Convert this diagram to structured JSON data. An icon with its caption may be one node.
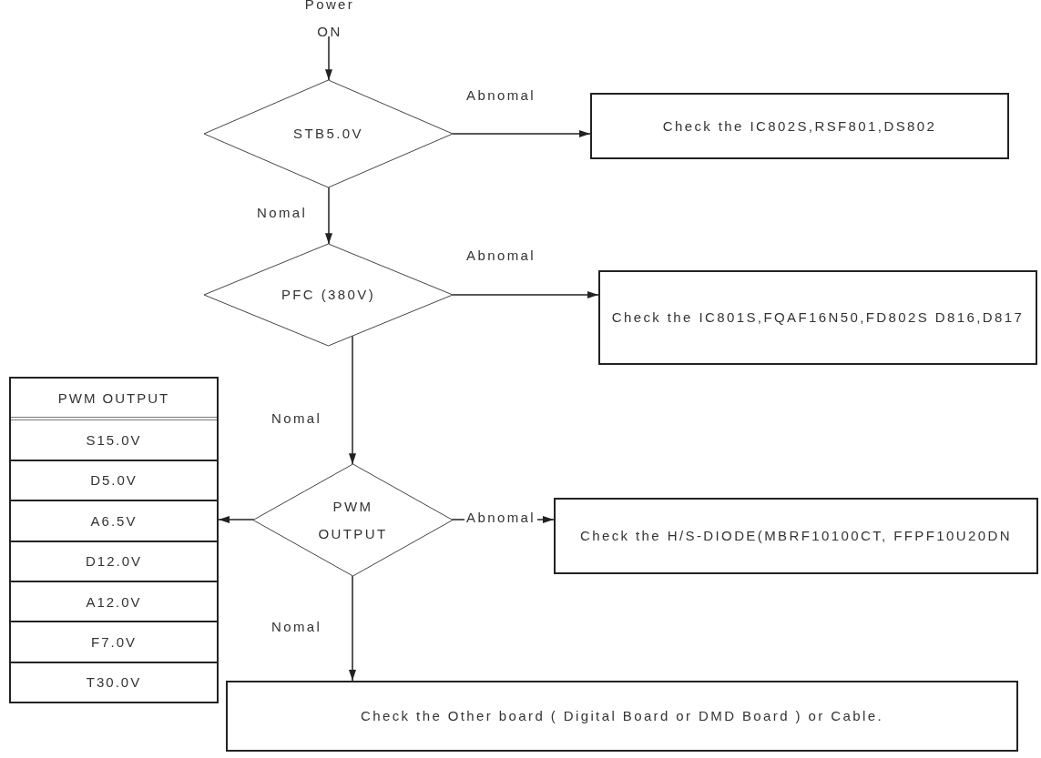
{
  "diagram": {
    "nodes": [
      {
        "text": [
          "Power ON"
        ]
      },
      {
        "text": [
          "STB5.0V"
        ]
      },
      {
        "text": [
          "Check the IC802S,RSF801,DS802"
        ]
      },
      {
        "text": [
          "PFC (380V)"
        ]
      },
      {
        "text": [
          "Check the IC801S,FQAF16N50,FD802S D816,D817"
        ]
      },
      {
        "text": [
          "PWM OUTPUT"
        ]
      },
      {
        "text": [
          "Check the H/S-DIODE(MBRF10100CT, FFPF10U20DN"
        ]
      },
      {
        "text": [
          "PWM OUTPUT",
          "S15.0V",
          "D5.0V",
          "A6.5V",
          "D12.0V",
          "A12.0V",
          "F7.0V",
          "T30.0V"
        ]
      },
      {
        "text": [
          "Check the Other board ( Digital Board or DMD Board ) or Cable."
        ]
      }
    ],
    "edges": [
      {
        "from": 0,
        "to": 1,
        "arrow": "to"
      },
      {
        "from": 1,
        "to": 2,
        "arrow": "to",
        "label": "Abnomal"
      },
      {
        "from": 1,
        "to": 3,
        "arrow": "to",
        "label": "Nomal"
      },
      {
        "from": 3,
        "to": 4,
        "arrow": "to",
        "label": "Abnomal"
      },
      {
        "from": 3,
        "to": 5,
        "arrow": "to",
        "label": "Nomal"
      },
      {
        "from": 5,
        "to": 6,
        "arrow": "to",
        "label": "Abnomal"
      },
      {
        "from": 5,
        "to": 7,
        "arrow": "to"
      },
      {
        "from": 5,
        "to": 8,
        "arrow": "to",
        "label": "Nomal"
      }
    ]
  }
}
